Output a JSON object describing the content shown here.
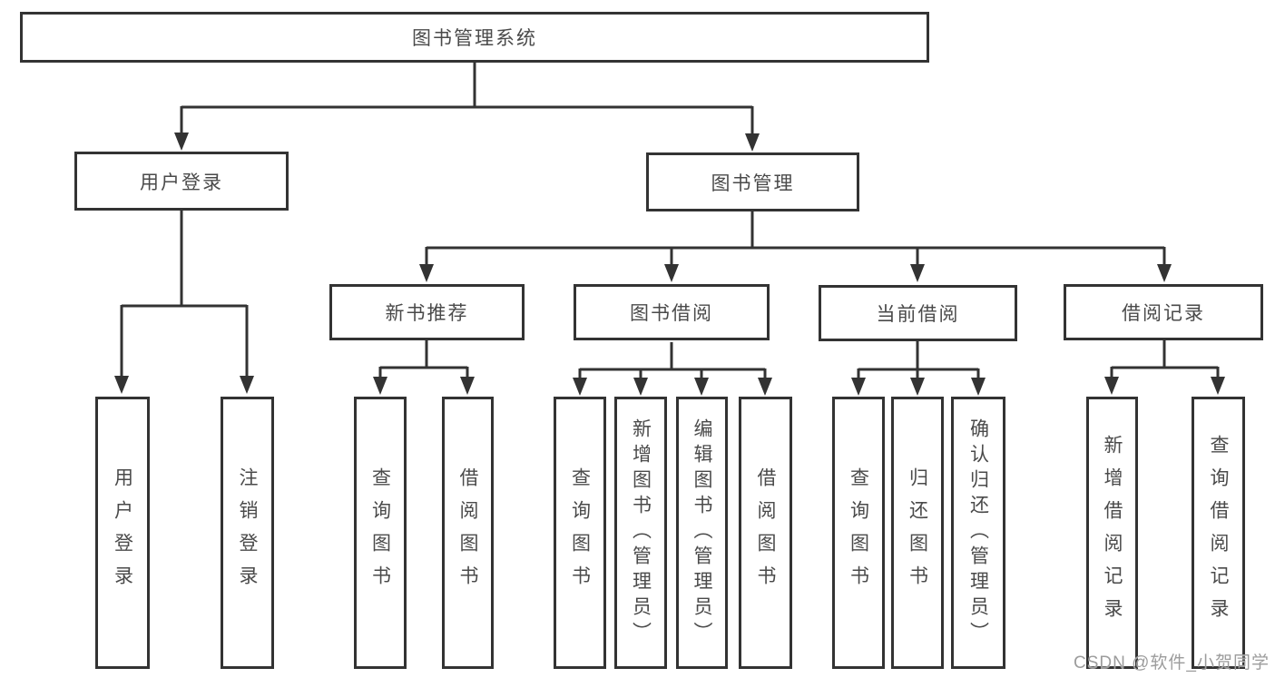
{
  "tree": {
    "label": "图书管理系统",
    "children": [
      {
        "label": "用户登录",
        "children": [
          {
            "label": "用户登录"
          },
          {
            "label": "注销登录"
          }
        ]
      },
      {
        "label": "图书管理",
        "children": [
          {
            "label": "新书推荐",
            "children": [
              {
                "label": "查询图书"
              },
              {
                "label": "借阅图书"
              }
            ]
          },
          {
            "label": "图书借阅",
            "children": [
              {
                "label": "查询图书"
              },
              {
                "label": "新增图书（管理员）"
              },
              {
                "label": "编辑图书（管理员）"
              },
              {
                "label": "借阅图书"
              }
            ]
          },
          {
            "label": "当前借阅",
            "children": [
              {
                "label": "查询图书"
              },
              {
                "label": "归还图书"
              },
              {
                "label": "确认归还（管理员）"
              }
            ]
          },
          {
            "label": "借阅记录",
            "children": [
              {
                "label": "新增借阅记录"
              },
              {
                "label": "查询借阅记录"
              }
            ]
          }
        ]
      }
    ]
  },
  "watermark": {
    "text": "CSDN @软件_小贺同学"
  },
  "colors": {
    "line": "#333333",
    "node_text": "#4a4a4a",
    "watermark": "#9c9c9c",
    "background": "#ffffff"
  }
}
